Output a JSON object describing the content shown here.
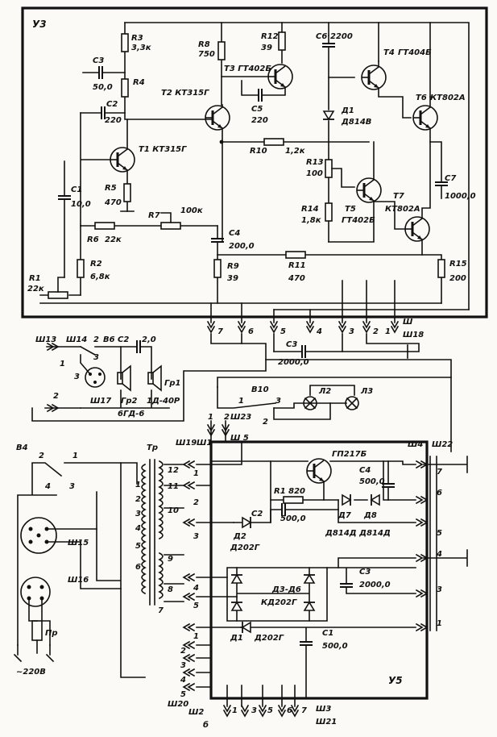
{
  "board_upper": {
    "name": "У3",
    "labels": {
      "R3": "R3",
      "R3v": "3,3к",
      "C3": "C3",
      "C3v": "50,0",
      "R4": "R4",
      "C2": "C2",
      "C2v": "220",
      "T1": "T1 КТ315Г",
      "R5": "R5",
      "R5v": "470",
      "C1": "C1",
      "C1v": "10,0",
      "R6": "R6",
      "R6v": "22к",
      "R2": "R2",
      "R2v": "6,8к",
      "R1": "R1",
      "R1v": "22к",
      "R8": "R8",
      "R8v": "750",
      "T2": "T2 КТ315Г",
      "R7": "R7",
      "R7v": "100к",
      "C4": "C4",
      "C4v": "200,0",
      "R9": "R9",
      "R9v": "39",
      "R12": "R12",
      "R12v": "39",
      "T3": "T3 ГТ402Б",
      "C5": "C5",
      "C5v": "220",
      "R10": "R10",
      "R10v": "1,2к",
      "C6": "C6",
      "C6v": "2200",
      "D1": "Д1",
      "D1v": "Д814В",
      "R13": "R13",
      "R13v": "100",
      "R14": "R14",
      "R14v": "1,8к",
      "T5": "T5",
      "T5v": "ГТ402Б",
      "R11": "R11",
      "R11v": "470",
      "T4": "T4",
      "T4v": "ГТ404Б",
      "T6": "T6",
      "T6v": "КТ802А",
      "C7": "C7",
      "C7v": "1000,0",
      "T7": "T7",
      "T7v": "КТ802А",
      "R15": "R15",
      "R15v": "200"
    }
  },
  "connector_upper": {
    "name_a": "Ш",
    "name_b": "Ш18",
    "pins": [
      "7",
      "6",
      "5",
      "4",
      "3",
      "2",
      "1"
    ]
  },
  "middle": {
    "labels": {
      "sh13": "Ш13",
      "sh14": "Ш14",
      "b6": "В6",
      "c2": "C2",
      "c2v": "2,0",
      "sh17": "Ш17",
      "gr2": "Гр2",
      "gr1": "Гр1",
      "gr1v": "1Д-40Р",
      "gr2v": "6ГД-6",
      "c3": "C3",
      "c3v": "2000,0",
      "b10": "В10",
      "l2": "Л2",
      "l3": "Л3",
      "sh23": "Ш23",
      "sh5": "Ш 5",
      "p1": "1",
      "p2": "2",
      "p3": "3",
      "p1b": "1",
      "p2b": "2",
      "p3b": "3",
      "p1c": "1",
      "p2c": "2",
      "p3c": "3",
      "p2d": "2",
      "p1d": "1",
      "p2e": "2"
    }
  },
  "power": {
    "labels": {
      "b4": "В4",
      "b4p2": "2",
      "b4p1": "1",
      "b4p4": "4",
      "b4p3": "3",
      "tr": "Тр",
      "sh19": "Ш19",
      "sh1": "Ш1",
      "sh15": "Ш15",
      "sh16": "Ш16",
      "pr": "Пр",
      "mains": "~220В",
      "sh20": "Ш20",
      "sh2": "Ш2",
      "b": "б",
      "sh3": "Ш3",
      "sh21": "Ш21",
      "sh4": "Ш4",
      "sh22": "Ш22",
      "t": "ГП217Б",
      "r1": "R1 820",
      "c2": "C2",
      "c2v": "500,0",
      "c4": "C4",
      "c4v": "500,0",
      "d7": "Д7",
      "d8": "Д8",
      "d78v": "Д814Д Д814Д",
      "d2": "Д2",
      "d2v": "Д202Г",
      "c3": "C3",
      "c3v": "2000,0",
      "d36": "Д3-Д6",
      "d36v": "КД202Г",
      "d1": "Д1",
      "d1v": "Д202Г",
      "c1": "C1",
      "c1v": "500,0",
      "u5": "У5",
      "w12": "12",
      "w11": "11",
      "w10": "10",
      "w9": "9",
      "w8": "8",
      "w7": "7",
      "w1": "1",
      "w2": "2",
      "w3": "3",
      "w4": "4",
      "w5": "5",
      "w6": "6",
      "inL": [
        "1",
        "2",
        "3",
        "4",
        "5",
        "1",
        "2",
        "3",
        "4",
        "5"
      ],
      "outR": [
        "7",
        "6",
        "5",
        "4",
        "3",
        "1"
      ],
      "bot": [
        "1",
        "3",
        "5",
        "6",
        "7"
      ]
    }
  }
}
